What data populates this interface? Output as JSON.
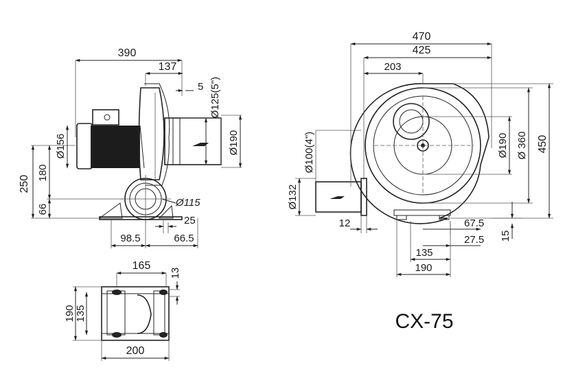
{
  "model": "CX-75",
  "side_view": {
    "overall_length": "390",
    "outlet_offset": "137",
    "flange": "5",
    "outlet_dia_in": "Ø125(5\")",
    "outlet_dia": "Ø190",
    "motor_dia": "Ø156",
    "total_height": "250",
    "axis_height": "180",
    "base_height": "66",
    "inlet_dia": "Ø115",
    "foot_offset": "25",
    "foot_left": "98.5",
    "foot_right": "66.5"
  },
  "base_view": {
    "width_top": "165",
    "slot": "13",
    "depth_outer": "190",
    "depth_inner": "135",
    "width_bottom": "200"
  },
  "front_view": {
    "width_total": "470",
    "width_housing": "425",
    "center_offset": "203",
    "inlet_dia": "Ø190",
    "housing_dia": "Ø 360",
    "height_total": "450",
    "outlet_dia_in": "Ø100(4\")",
    "outlet_flange": "Ø132",
    "flange_thk": "12",
    "foot_a": "67.5",
    "foot_b": "27.5",
    "foot_height": "15",
    "foot_inner": "135",
    "foot_outer": "190"
  }
}
